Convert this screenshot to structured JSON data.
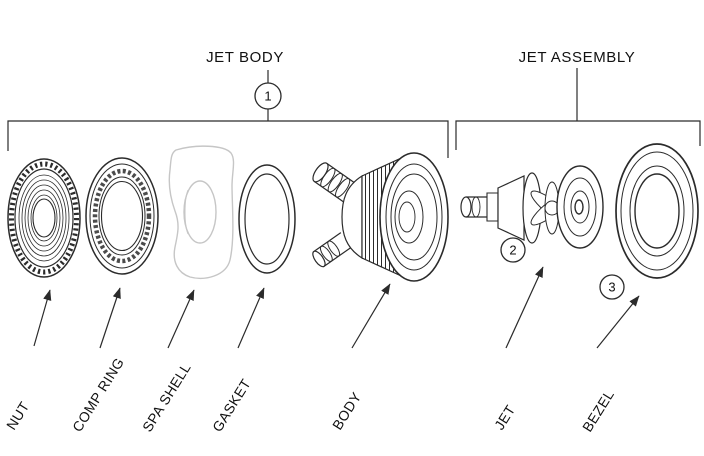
{
  "diagram": {
    "titles": {
      "jet_body": "JET BODY",
      "jet_assembly": "JET ASSEMBLY"
    },
    "callouts": {
      "one": "1",
      "two": "2",
      "three": "3"
    },
    "parts": [
      {
        "id": "nut",
        "label": "NUT"
      },
      {
        "id": "comp-ring",
        "label": "COMP RING"
      },
      {
        "id": "spa-shell",
        "label": "SPA SHELL"
      },
      {
        "id": "gasket",
        "label": "GASKET"
      },
      {
        "id": "body",
        "label": "BODY"
      },
      {
        "id": "jet",
        "label": "JET"
      },
      {
        "id": "bezel",
        "label": "BEZEL"
      }
    ],
    "colors": {
      "line_art": "#2b2b2b",
      "spa_shell": "#c6c6c6",
      "background": "#ffffff"
    }
  }
}
